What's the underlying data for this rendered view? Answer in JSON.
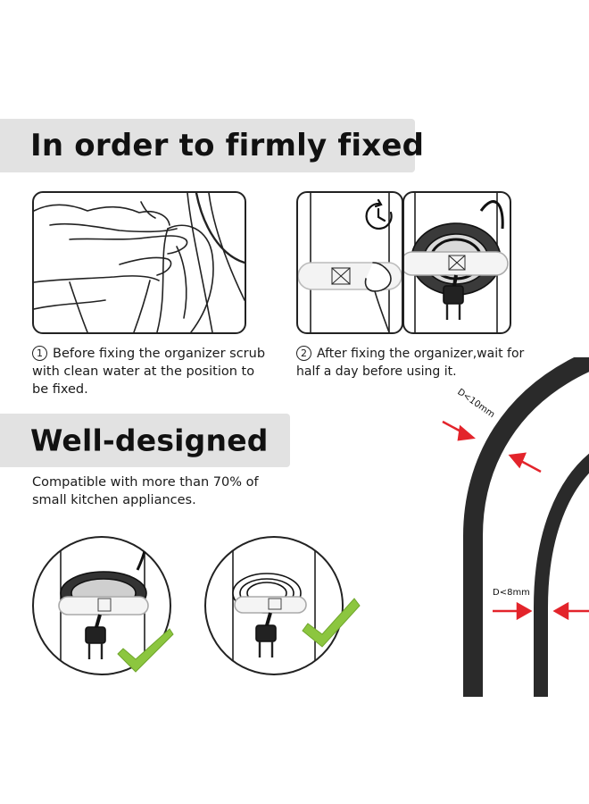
{
  "sections": {
    "fixing": {
      "title": "In order to firmly fixed",
      "steps": [
        {
          "number": "1",
          "text": "Before fixing the organizer scrub with clean water at the position to be fixed."
        },
        {
          "number": "2",
          "text": "After fixing the organizer,wait for half a day before using it."
        }
      ],
      "icons": [
        "clock-icon"
      ]
    },
    "design": {
      "title": "Well-designed",
      "description": "Compatible with more than 70% of small kitchen appliances.",
      "icons": [
        "check-mark-icon",
        "check-mark-icon"
      ]
    }
  },
  "cable_diagram": {
    "label_large": "D<10mm",
    "label_small": "D<8mm"
  },
  "colors": {
    "banner_bg": "#e2e2e2",
    "cable": "#2a2a2a",
    "arrow": "#e3242b",
    "check": "#8cc63f",
    "line": "#222222"
  }
}
